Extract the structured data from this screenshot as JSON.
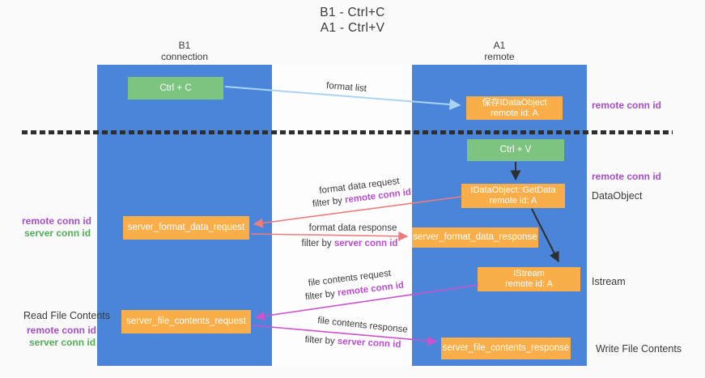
{
  "title": {
    "line1": "B1 - Ctrl+C",
    "line2": "A1 - Ctrl+V"
  },
  "lifelines": {
    "left": {
      "name": "B1",
      "role": "connection"
    },
    "right": {
      "name": "A1",
      "role": "remote"
    }
  },
  "nodes": {
    "ctrl_c": {
      "label": "Ctrl + C"
    },
    "ctrl_v": {
      "label": "Ctrl + V"
    },
    "save_dataobject": {
      "line1": "保存IDataObject",
      "line2": "remote id: A"
    },
    "getdata": {
      "line1": "IDataObject::GetData",
      "line2": "remote id: A"
    },
    "istream": {
      "line1": "IStream",
      "line2": "remote id: A"
    },
    "server_format_data_request": {
      "label": "server_format_data_request"
    },
    "server_format_data_response": {
      "label": "server_format_data_response"
    },
    "server_file_contents_request": {
      "label": "server_file_contents_request"
    },
    "server_file_contents_response": {
      "label": "server_file_contents_response"
    }
  },
  "edge_labels": {
    "format_list": "format list",
    "format_data_request": "format data request",
    "format_data_response": "format data response",
    "file_contents_request": "file contents request",
    "file_contents_response": "file contents response",
    "filter_by": "filter by",
    "remote_conn_id": "remote conn id",
    "server_conn_id": "server conn id"
  },
  "side_labels": {
    "right_top_remote_conn_id": "remote conn id",
    "right_mid_remote_conn_id": "remote conn id",
    "dataobject": "DataObject",
    "istream": "Istream",
    "write_file_contents": "Write File Contents",
    "left_remote_conn_id_1": "remote conn id",
    "left_server_conn_id_1": "server conn id",
    "read_file_contents": "Read File Contents",
    "left_remote_conn_id_2": "remote conn id",
    "left_server_conn_id_2": "server conn id"
  },
  "colors": {
    "lifeline_blue": "#4a85d9",
    "node_green": "#7cc47f",
    "node_orange": "#f9ae49",
    "arrow_black": "#2f2f2f",
    "arrow_salmon": "#ec7d7d",
    "arrow_magenta": "#cc53cc",
    "arrow_lightblue": "#aad5f2",
    "text_purple": "#a74dc9",
    "text_green": "#52ae57",
    "text_dark": "#3c3c3c"
  }
}
